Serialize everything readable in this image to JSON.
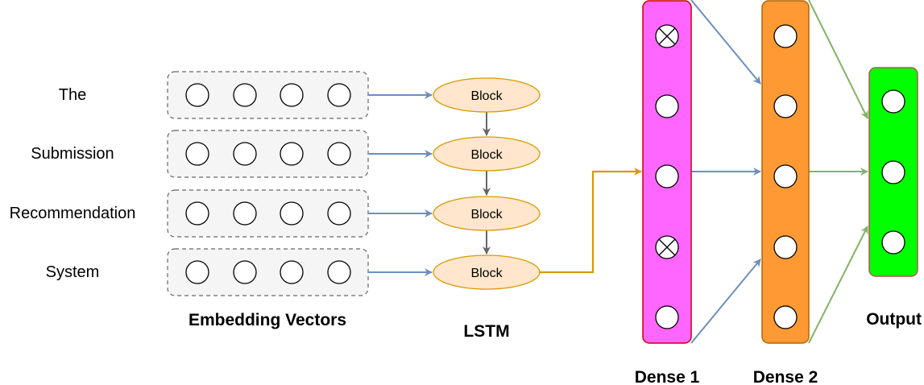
{
  "input_words": [
    "The",
    "Submission",
    "Recommendation",
    "System"
  ],
  "lstm_blocks": [
    "Block",
    "Block",
    "Block",
    "Block"
  ],
  "captions": {
    "embedding": "Embedding Vectors",
    "lstm": "LSTM",
    "dense1": "Dense 1",
    "dense2": "Dense 2",
    "output": "Output"
  },
  "dense1_dropped_nodes": [
    0,
    3
  ],
  "colors": {
    "embedding_arrow": "#6c8ebf",
    "lstm_arrow": "#666666",
    "lstm_to_dense_arrow": "#d79b00",
    "dense_arrow": "#6c8ebf",
    "output_arrow": "#82b366",
    "block_fill": "#ffe6cc",
    "block_stroke": "#d79b00",
    "dense1_fill": "#ff66ff",
    "dense1_stroke": "#cc0000",
    "dense2_fill": "#ff9933",
    "dense2_stroke": "#b46504",
    "output_fill": "#00ff00",
    "output_stroke": "#b85450",
    "embedding_fill": "#f5f5f5",
    "embedding_stroke": "#666666"
  }
}
